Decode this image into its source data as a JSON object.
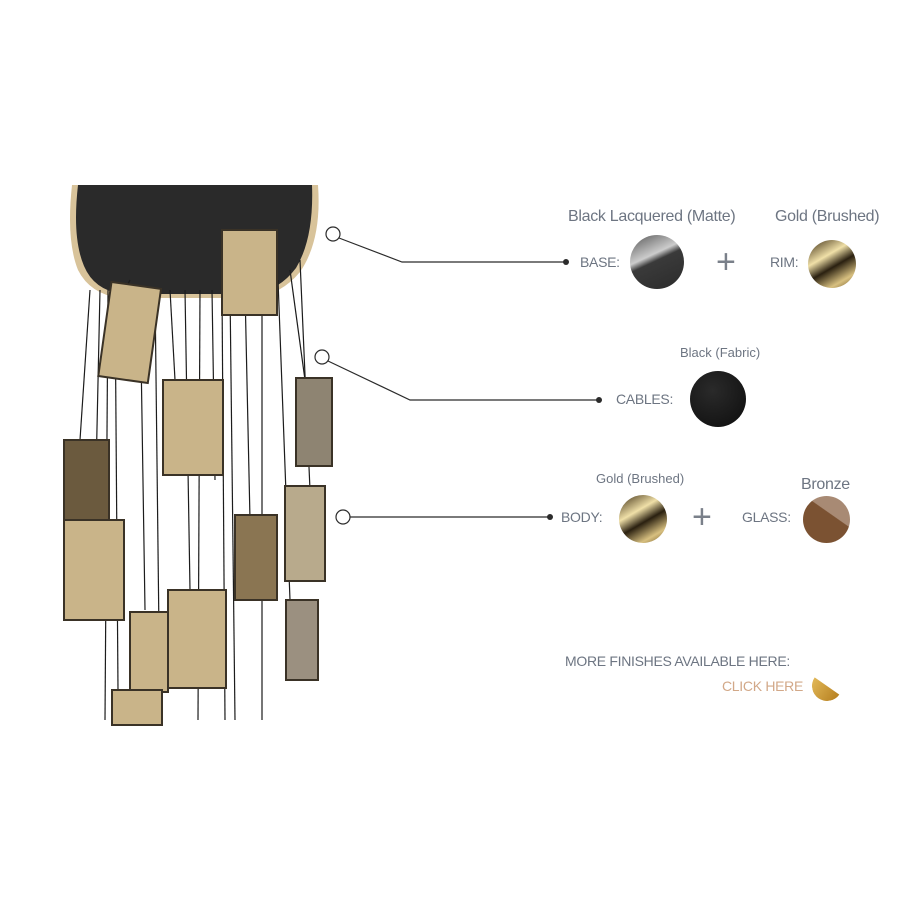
{
  "base": {
    "label": "BASE:",
    "finish": "Black Lacquered (Matte)"
  },
  "rim": {
    "label": "RIM:",
    "finish": "Gold (Brushed)"
  },
  "cables": {
    "label": "CABLES:",
    "finish": "Black (Fabric)"
  },
  "body": {
    "label": "BODY:",
    "finish": "Gold (Brushed)"
  },
  "glass": {
    "label": "GLASS:",
    "finish": "Bronze"
  },
  "plus_symbol": "+",
  "more_finishes": "MORE FINISHES AVAILABLE HERE:",
  "click_here": "CLICK HERE",
  "colors": {
    "text": "#6d7582",
    "link": "#d2a888",
    "gold": "#c89a3a",
    "bronze": "#7b5232",
    "black": "#2b2b2b"
  }
}
